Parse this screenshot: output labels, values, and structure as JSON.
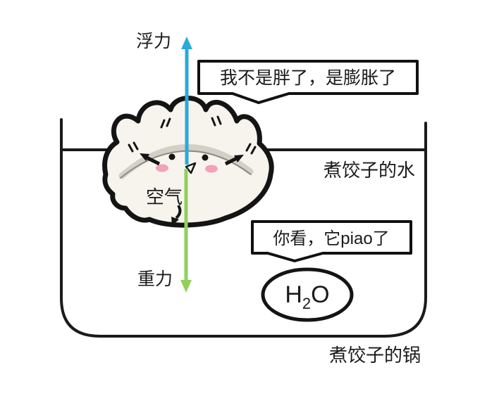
{
  "labels": {
    "buoyancy": "浮力",
    "gravity": "重力",
    "air": "空气",
    "water": "煮饺子的水",
    "pot": "煮饺子的锅"
  },
  "speech_bubbles": {
    "top": "我不是胖了，是膨胀了",
    "bottom": "你看，它piao了"
  },
  "h2o": {
    "h": "H",
    "subscript": "2",
    "o": "O"
  },
  "colors": {
    "buoyancy_blue": "#2BA9DC",
    "gravity_green": "#92CF5C",
    "line_black": "#1A1A1A",
    "dumpling_fill": "#F7F4EE",
    "crease_gray": "#D3D0C8",
    "blush_pink": "#F2A3B8",
    "background": "#FFFFFF"
  }
}
